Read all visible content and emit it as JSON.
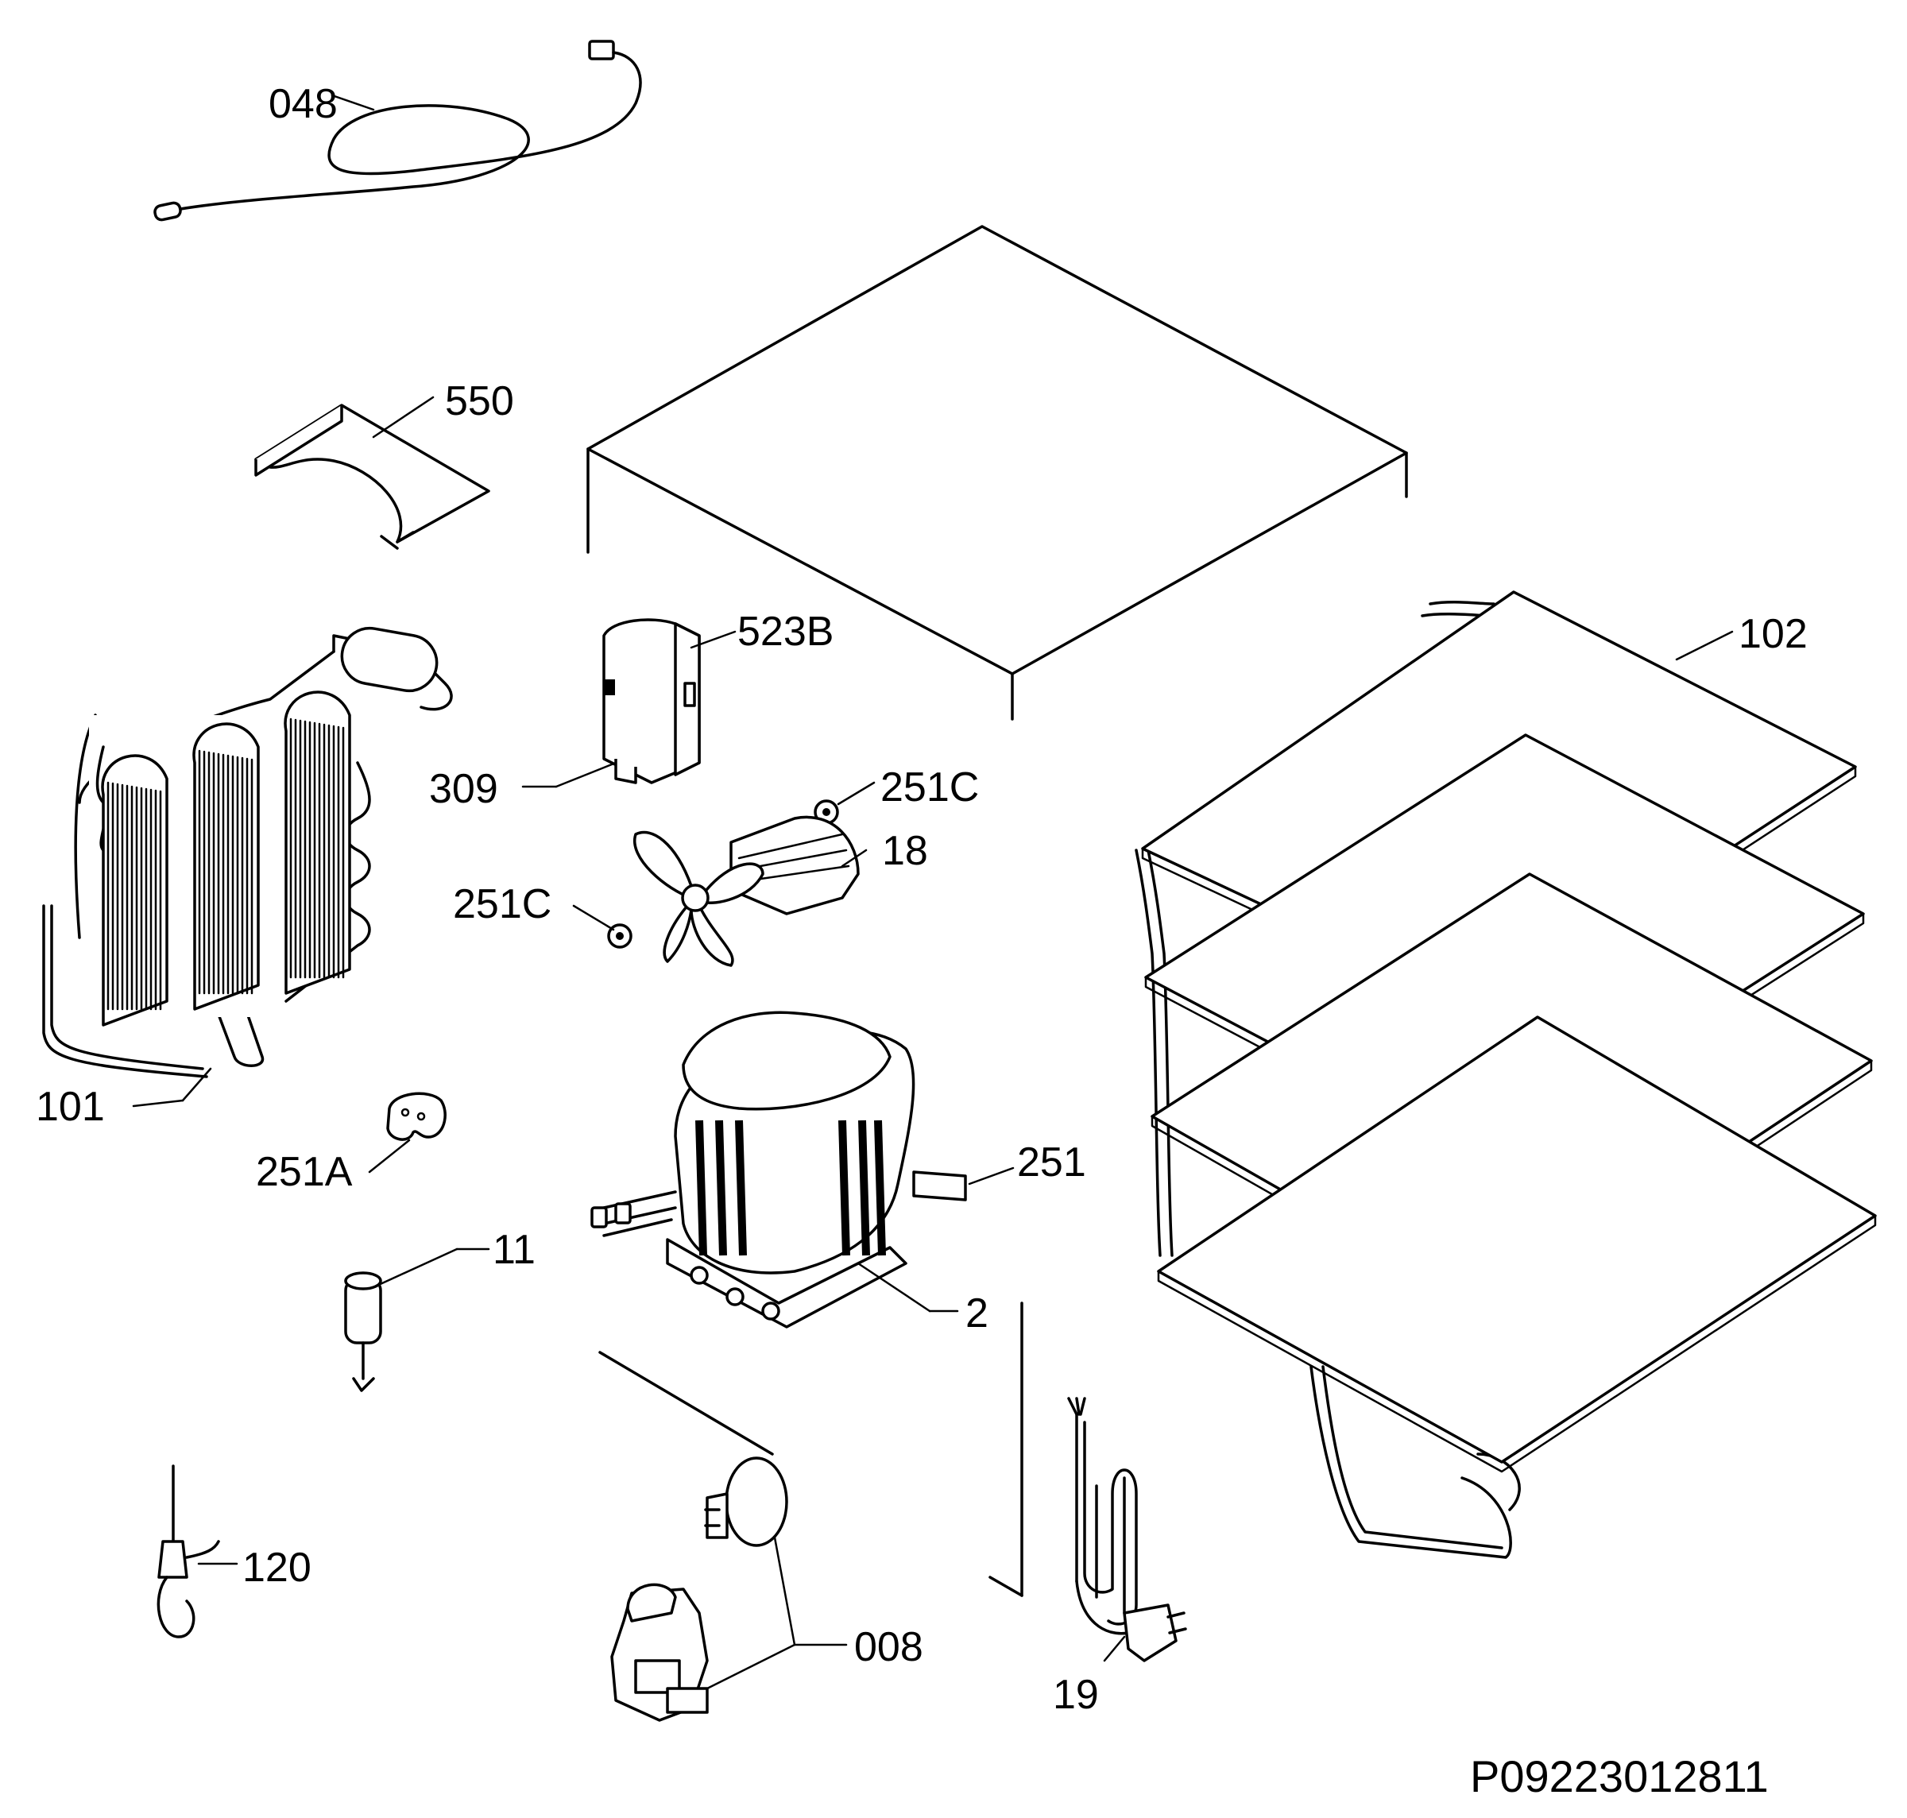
{
  "labels": {
    "p048": "048",
    "p550": "550",
    "p523b": "523B",
    "p309": "309",
    "p251c_a": "251C",
    "p18": "18",
    "p251c_b": "251C",
    "p101": "101",
    "p251a": "251A",
    "p251": "251",
    "p11": "11",
    "p2": "2",
    "p120": "120",
    "p008": "008",
    "p19": "19",
    "p102": "102"
  },
  "reference_code": "P09223012811",
  "icons": [
    "sensor-cable-icon",
    "cover-plate-icon",
    "cabinet-box-icon",
    "condenser-coil-icon",
    "relay-cover-icon",
    "fan-motor-icon",
    "grommet-icon",
    "compressor-icon",
    "shelf-icon",
    "capacitor-icon",
    "power-cord-icon",
    "relay-icon"
  ]
}
